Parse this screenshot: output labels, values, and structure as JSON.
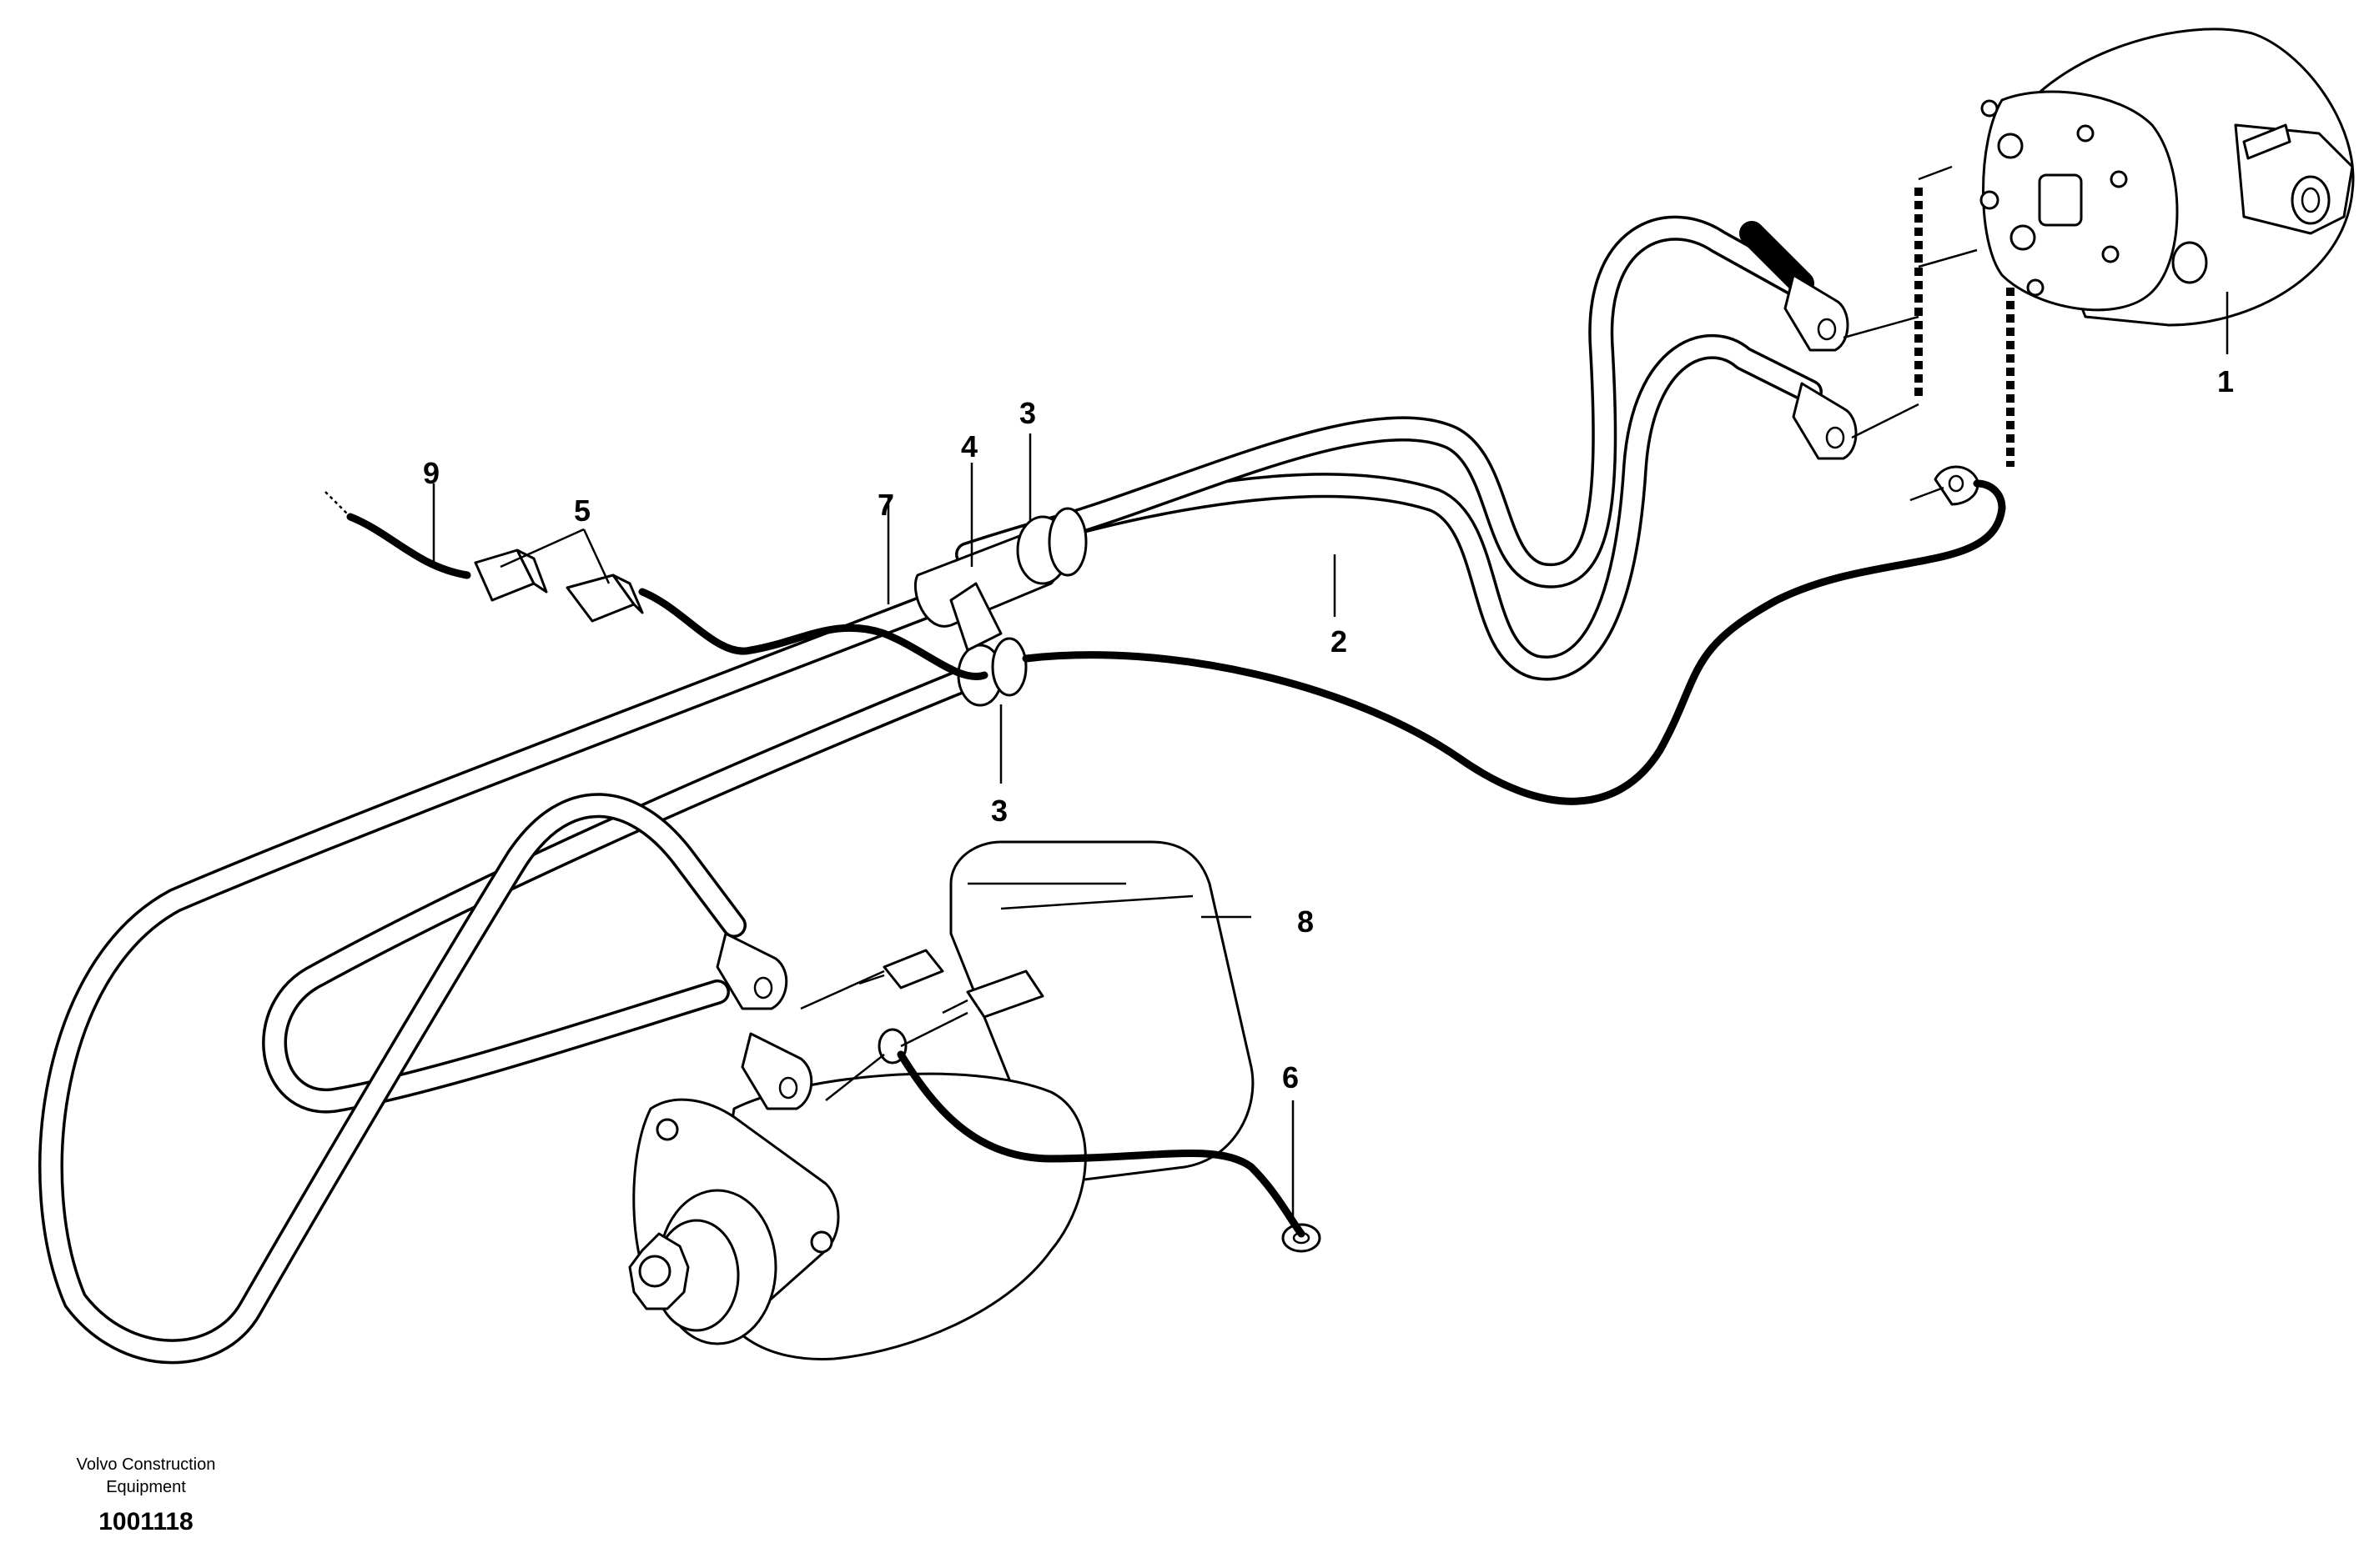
{
  "diagram": {
    "callouts": {
      "c1": "1",
      "c2": "2",
      "c3a": "3",
      "c3b": "3",
      "c4": "4",
      "c5": "5",
      "c6": "6",
      "c7": "7",
      "c8": "8",
      "c9": "9"
    }
  },
  "footer": {
    "company_line1": "Volvo Construction",
    "company_line2": "Equipment",
    "figure_number": "1001118"
  }
}
